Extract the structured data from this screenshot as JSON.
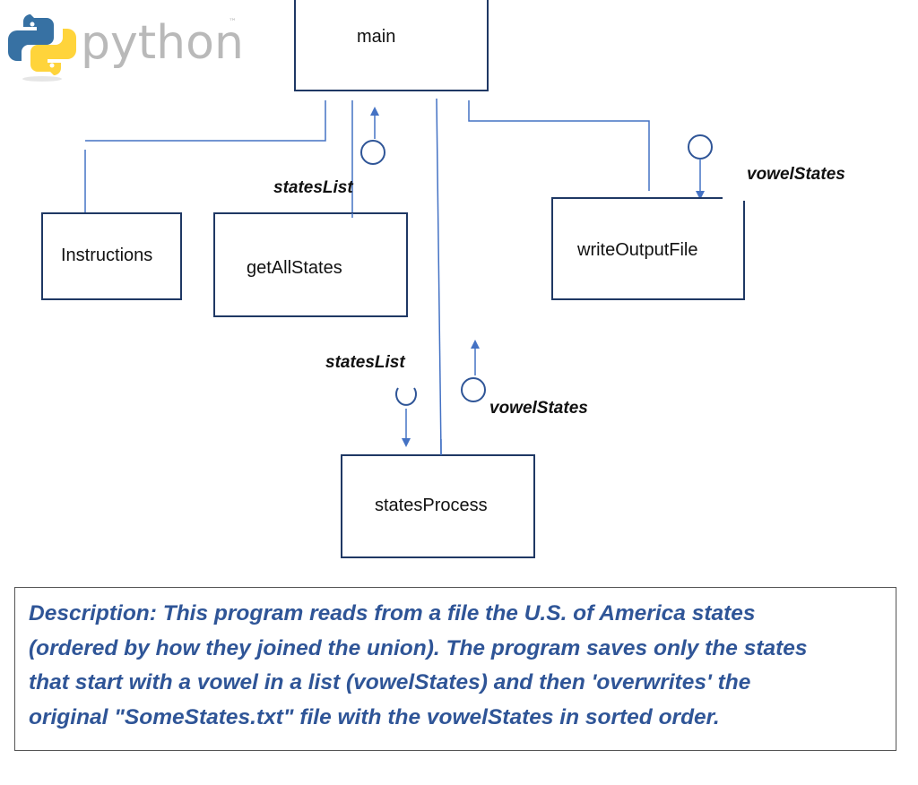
{
  "logo": {
    "text": "python",
    "trademark": "™"
  },
  "modules": {
    "main": "main",
    "instructions": "Instructions",
    "get_all_states": "getAllStates",
    "write_output_file": "writeOutputFile",
    "states_process": "statesProcess"
  },
  "data_flows": {
    "get_all_states_return": "statesList",
    "write_output_file_param": "vowelStates",
    "states_process_param": "statesList",
    "states_process_return": "vowelStates"
  },
  "description": {
    "lines": [
      "Description:  This program reads from a file the U.S. of America states",
      "(ordered by how they joined the union).   The program saves only the states",
      "that start with a vowel in a list (vowelStates) and then 'overwrites' the",
      "original \"SomeStates.txt\" file with the vowelStates in sorted order."
    ]
  },
  "colors": {
    "connector": "#4472c4",
    "box_border": "#1f3864",
    "description_text": "#2f5597",
    "logo_blue": "#3771a3",
    "logo_yellow": "#ffd43b",
    "logo_text": "#b9b9b9"
  }
}
